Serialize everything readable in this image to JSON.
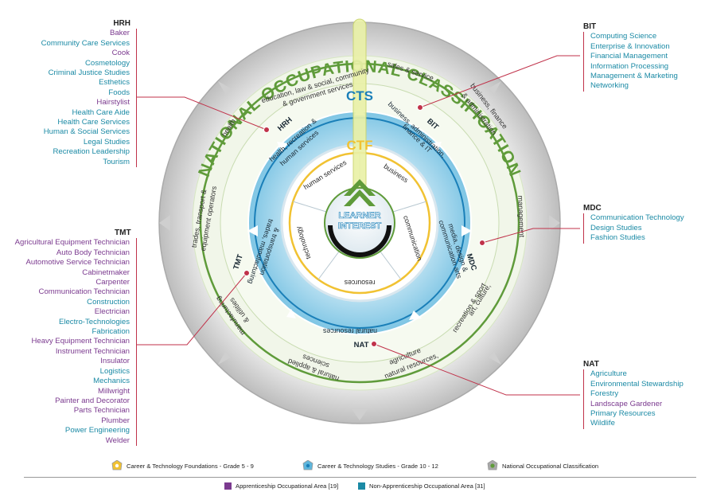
{
  "title": "NATIONAL OCCUPATIONAL CLASSIFICATION",
  "noc_sectors": {
    "health": "health",
    "education": "education, law & social, community",
    "government": "& government services",
    "sales": "sales & service",
    "business": "business, finance",
    "admin": "& administration",
    "management": "management",
    "art": "art, culture,",
    "recreation": "recreation & sport",
    "natural_resources": "natural resources,",
    "agriculture": "agriculture",
    "natural_applied": "natural & applied",
    "sciences": "sciences",
    "manufacturing": "manufacturing",
    "utilities": "& utilities",
    "trades": "trades, transport &",
    "equipment": "equipment operators"
  },
  "cts_label": "CTS",
  "cts_clusters": {
    "hrh_code": "HRH",
    "hrh_1": "health, recreation &",
    "hrh_2": "human services",
    "bit_code": "BIT",
    "bit_1": "business, administration,",
    "bit_2": "finance & IT",
    "mdc_code": "MDC",
    "mdc_1": "media, design &",
    "mdc_2": "communication arts",
    "nat_code": "NAT",
    "nat_1": "natural resources",
    "tmt_code": "TMT",
    "tmt_1": "trades, manufacturing",
    "tmt_2": "& transportation"
  },
  "ctf_label": "CTF",
  "ctf_areas": {
    "human_services": "human services",
    "business": "business",
    "communication": "communication",
    "resources": "resources",
    "technology": "technology"
  },
  "center": {
    "line1": "LEARNER",
    "line2": "INTEREST"
  },
  "panels": {
    "hrh": {
      "head": "HRH",
      "items": [
        {
          "label": "Baker",
          "type": "p"
        },
        {
          "label": "Community Care Services",
          "type": "t"
        },
        {
          "label": "Cook",
          "type": "p"
        },
        {
          "label": "Cosmetology",
          "type": "t"
        },
        {
          "label": "Criminal Justice Studies",
          "type": "t"
        },
        {
          "label": "Esthetics",
          "type": "t"
        },
        {
          "label": "Foods",
          "type": "t"
        },
        {
          "label": "Hairstylist",
          "type": "p"
        },
        {
          "label": "Health Care Aide",
          "type": "t"
        },
        {
          "label": "Health Care Services",
          "type": "t"
        },
        {
          "label": "Human & Social Services",
          "type": "t"
        },
        {
          "label": "Legal Studies",
          "type": "t"
        },
        {
          "label": "Recreation Leadership",
          "type": "t"
        },
        {
          "label": "Tourism",
          "type": "t"
        }
      ]
    },
    "tmt": {
      "head": "TMT",
      "items": [
        {
          "label": "Agricultural Equipment Technician",
          "type": "p"
        },
        {
          "label": "Auto Body Technician",
          "type": "p"
        },
        {
          "label": "Automotive Service Technician",
          "type": "p"
        },
        {
          "label": "Cabinetmaker",
          "type": "p"
        },
        {
          "label": "Carpenter",
          "type": "p"
        },
        {
          "label": "Communication Technician",
          "type": "p"
        },
        {
          "label": "Construction",
          "type": "t"
        },
        {
          "label": "Electrician",
          "type": "p"
        },
        {
          "label": "Electro-Technologies",
          "type": "t"
        },
        {
          "label": "Fabrication",
          "type": "t"
        },
        {
          "label": "Heavy Equipment Technician",
          "type": "p"
        },
        {
          "label": "Instrument Technician",
          "type": "p"
        },
        {
          "label": "Insulator",
          "type": "p"
        },
        {
          "label": "Logistics",
          "type": "t"
        },
        {
          "label": "Mechanics",
          "type": "t"
        },
        {
          "label": "Millwright",
          "type": "p"
        },
        {
          "label": "Painter and Decorator",
          "type": "p"
        },
        {
          "label": "Parts Technician",
          "type": "p"
        },
        {
          "label": "Plumber",
          "type": "p"
        },
        {
          "label": "Power Engineering",
          "type": "t"
        },
        {
          "label": "Welder",
          "type": "p"
        }
      ]
    },
    "bit": {
      "head": "BIT",
      "items": [
        {
          "label": "Computing Science",
          "type": "t"
        },
        {
          "label": "Enterprise & Innovation",
          "type": "t"
        },
        {
          "label": "Financial Management",
          "type": "t"
        },
        {
          "label": "Information Processing",
          "type": "t"
        },
        {
          "label": "Management & Marketing",
          "type": "t"
        },
        {
          "label": "Networking",
          "type": "t"
        }
      ]
    },
    "mdc": {
      "head": "MDC",
      "items": [
        {
          "label": "Communication Technology",
          "type": "t"
        },
        {
          "label": "Design Studies",
          "type": "t"
        },
        {
          "label": "Fashion Studies",
          "type": "t"
        }
      ]
    },
    "nat": {
      "head": "NAT",
      "items": [
        {
          "label": "Agriculture",
          "type": "t"
        },
        {
          "label": "Environmental Stewardship",
          "type": "t"
        },
        {
          "label": "Forestry",
          "type": "t"
        },
        {
          "label": "Landscape Gardener",
          "type": "p"
        },
        {
          "label": "Primary Resources",
          "type": "t"
        },
        {
          "label": "Wildlife",
          "type": "t"
        }
      ]
    }
  },
  "legend": {
    "ctf": "Career & Technology Foundations - Grade 5 - 9",
    "cts": "Career & Technology Studies - Grade 10 - 12",
    "noc": "National Occupational Classification",
    "apprenticeship": "Apprenticeship Occupational Area [19]",
    "non_apprenticeship": "Non-Apprenticeship Occupational Area [31]"
  },
  "colors": {
    "apprenticeship": "#7b3a8f",
    "non_apprenticeship": "#1b8aa5",
    "noc_green": "#5f9b3a",
    "cts_blue": "#5fb6dc",
    "ctf_yellow": "#f1c232",
    "leader_red": "#c0324a"
  }
}
